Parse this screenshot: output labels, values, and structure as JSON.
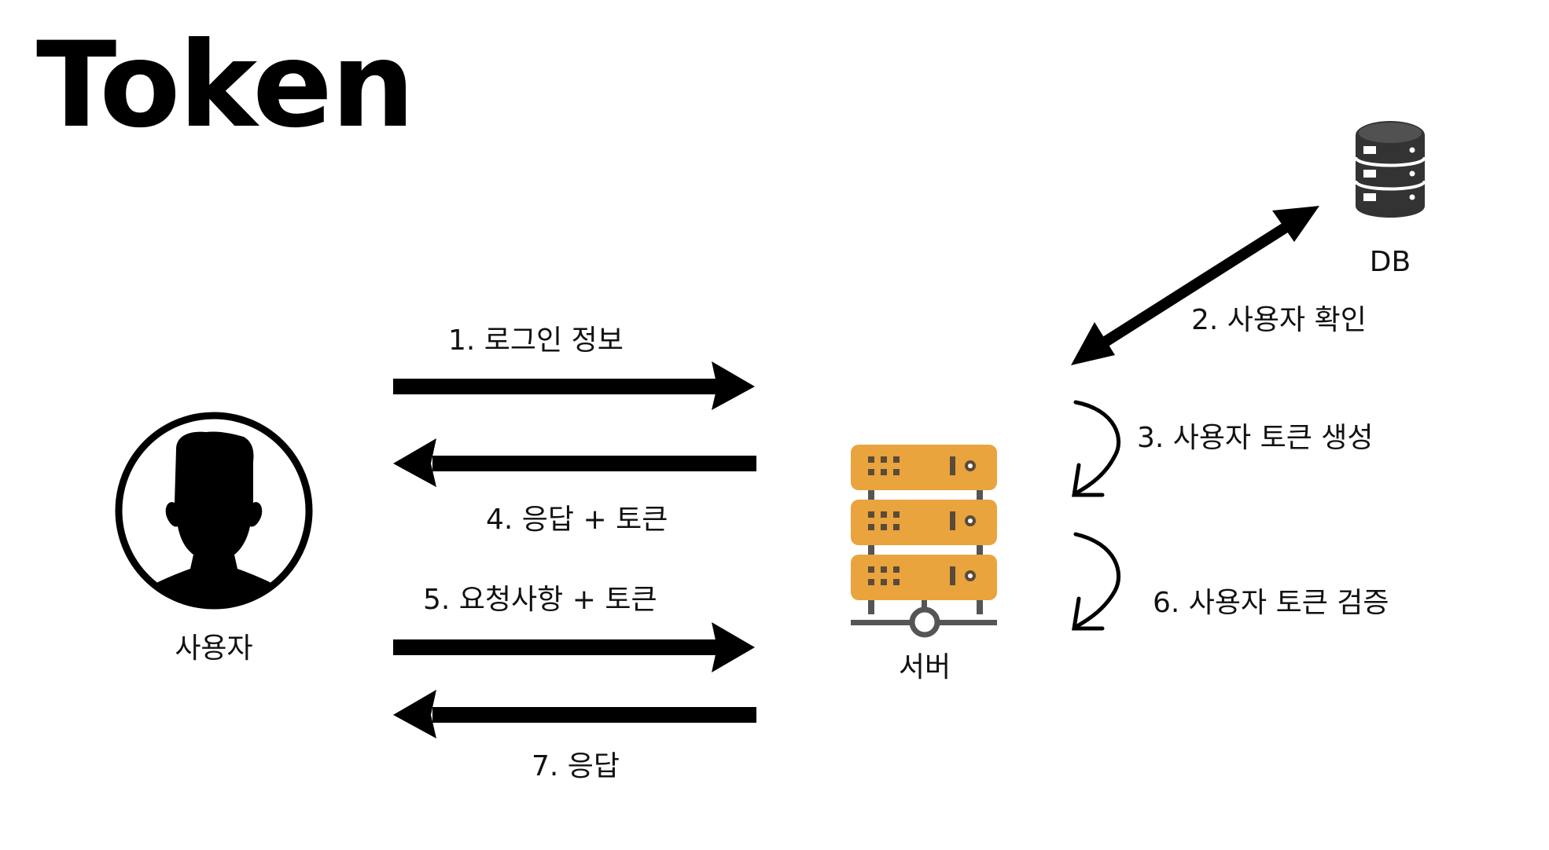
{
  "title": "Token",
  "nodes": {
    "user": {
      "label": "사용자",
      "icon": "user-silhouette-icon"
    },
    "server": {
      "label": "서버",
      "icon": "server-rack-icon"
    },
    "db": {
      "label": "DB",
      "icon": "database-icon"
    }
  },
  "steps": {
    "s1": "1. 로그인 정보",
    "s2": "2. 사용자 확인",
    "s3": "3. 사용자 토큰 생성",
    "s4": "4. 응답 + 토큰",
    "s5": "5. 요청사항 + 토큰",
    "s6": "6. 사용자 토큰 검증",
    "s7": "7. 응답"
  },
  "colors": {
    "server": "#E9A43E",
    "server_detail": "#5A4A3A",
    "network": "#555555",
    "ink": "#000000",
    "db": "#333333"
  }
}
